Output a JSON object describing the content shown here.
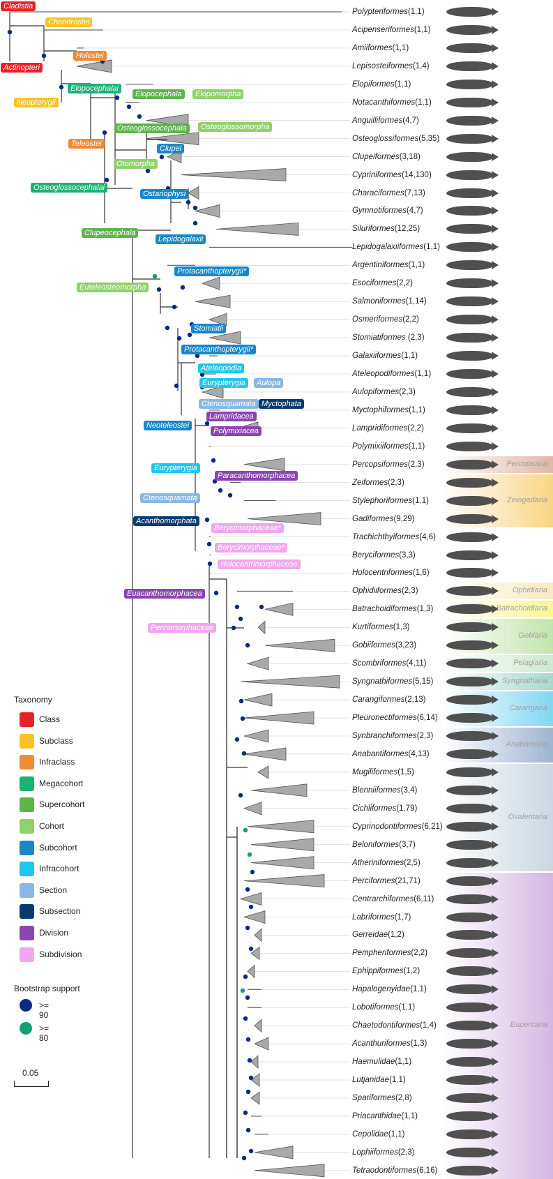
{
  "legend": {
    "title": "Taxonomy",
    "items": [
      {
        "label": "Class",
        "color": "#e8222a"
      },
      {
        "label": "Subclass",
        "color": "#f7c320"
      },
      {
        "label": "Infraclass",
        "color": "#f08a35"
      },
      {
        "label": "Megacohort",
        "color": "#1bb273"
      },
      {
        "label": "Supercohort",
        "color": "#5cb54b"
      },
      {
        "label": "Cohort",
        "color": "#8fd16b"
      },
      {
        "label": "Subcohort",
        "color": "#1a86c8"
      },
      {
        "label": "Infracohort",
        "color": "#1fc7ef"
      },
      {
        "label": "Section",
        "color": "#8ab8e4"
      },
      {
        "label": "Subsection",
        "color": "#0b3b6e"
      },
      {
        "label": "Division",
        "color": "#8b45b0"
      },
      {
        "label": "Subdivision",
        "color": "#f1a6f0"
      }
    ]
  },
  "bootstrap": {
    "title": "Bootstrap support",
    "items": [
      {
        "label": ">= 90",
        "color": "#0b2a80"
      },
      {
        "label": ">= 80",
        "color": "#169c74"
      }
    ]
  },
  "scale_label": "0.05",
  "leaves": [
    {
      "name": "Polypteriformes",
      "count": "(1,1)"
    },
    {
      "name": "Acipenseriformes",
      "count": "(1,1)"
    },
    {
      "name": "Amiiformes",
      "count": "(1,1)"
    },
    {
      "name": "Lepisosteiformes",
      "count": "(1,4)"
    },
    {
      "name": "Elopiformes",
      "count": "(1,1)"
    },
    {
      "name": "Notacanthiformes",
      "count": "(1,1)"
    },
    {
      "name": "Anguilliformes",
      "count": "(4,7)"
    },
    {
      "name": "Osteoglossiformes",
      "count": "(5,35)"
    },
    {
      "name": "Clupeiformes",
      "count": "(3,18)"
    },
    {
      "name": "Cypriniformes",
      "count": "(14,130)"
    },
    {
      "name": "Characiformes",
      "count": "(7,13)"
    },
    {
      "name": "Gymnotiformes",
      "count": "(4,7)"
    },
    {
      "name": "Siluriformes",
      "count": "(12,25)"
    },
    {
      "name": "Lepidogalaxiiformes",
      "count": "(1,1)"
    },
    {
      "name": "Argentiniformes",
      "count": "(1,1)"
    },
    {
      "name": "Esociformes",
      "count": "(2,2)"
    },
    {
      "name": "Salmoniformes",
      "count": "(1,14)"
    },
    {
      "name": "Osmeriformes",
      "count": "(2,2)"
    },
    {
      "name": "Stomiatiformes ",
      "count": "(2,3)"
    },
    {
      "name": "Galaxiiformes",
      "count": "(1,1)"
    },
    {
      "name": "Ateleopodiformes",
      "count": "(1,1)"
    },
    {
      "name": "Aulopiformes",
      "count": "(2,3)"
    },
    {
      "name": "Myctophiformes",
      "count": "(1,1)"
    },
    {
      "name": "Lampridiformes",
      "count": "(2,2)"
    },
    {
      "name": "Polymixiiformes",
      "count": "(1,1)"
    },
    {
      "name": "Percopsiformes",
      "count": "(2,3)"
    },
    {
      "name": "Zeiformes",
      "count": "(2,3)"
    },
    {
      "name": "Stylephoriformes",
      "count": "(1,1)"
    },
    {
      "name": "Gadiformes",
      "count": "(9,29)"
    },
    {
      "name": "Trachichthyiformes",
      "count": "(4,6)"
    },
    {
      "name": "Beryciformes",
      "count": "(3,3)"
    },
    {
      "name": "Holocentriformes",
      "count": "(1,6)"
    },
    {
      "name": "Ophidiiformes",
      "count": "(2,3)"
    },
    {
      "name": "Batrachoidiformes",
      "count": "(1,3)"
    },
    {
      "name": "Kurtiformes",
      "count": "(1,3)"
    },
    {
      "name": "Gobiiformes",
      "count": "(3,23)"
    },
    {
      "name": "Scombriformes",
      "count": "(4,11)"
    },
    {
      "name": "Syngnathiformes",
      "count": "(5,15)"
    },
    {
      "name": "Carangiformes",
      "count": "(2,13)"
    },
    {
      "name": "Pleuronectiformes",
      "count": "(6,14)"
    },
    {
      "name": "Synbranchiformes",
      "count": "(2,3)"
    },
    {
      "name": "Anabantiformes",
      "count": "(4,13)"
    },
    {
      "name": "Mugiliformes",
      "count": "(1,5)"
    },
    {
      "name": "Blenniiformes",
      "count": "(3,4)"
    },
    {
      "name": "Cichliformes",
      "count": "(1,79)"
    },
    {
      "name": "Cyprinodontiformes",
      "count": "(6,21)"
    },
    {
      "name": "Beloniformes",
      "count": "(3,7)"
    },
    {
      "name": "Atheriniformes",
      "count": "(2,5)"
    },
    {
      "name": "Perciformes",
      "count": "(21,71)"
    },
    {
      "name": "Centrarchiformes",
      "count": "(6,11)"
    },
    {
      "name": "Labriformes",
      "count": "(1,7)"
    },
    {
      "name": "Gerreidae",
      "count": "(1,2)"
    },
    {
      "name": "Pempheriformes",
      "count": "(2,2)"
    },
    {
      "name": "Ephippiformes",
      "count": "(1,2)"
    },
    {
      "name": "Hapalogenyidae",
      "count": "(1,1)"
    },
    {
      "name": "Lobotiformes",
      "count": "(1,1)"
    },
    {
      "name": "Chaetodontiformes",
      "count": "(1,4)"
    },
    {
      "name": "Acanthuriformes",
      "count": "(1,3)"
    },
    {
      "name": "Haemulidae",
      "count": "(1,1)"
    },
    {
      "name": "Lutjanidae",
      "count": "(1,1)"
    },
    {
      "name": "Spariformes",
      "count": "(2,8)"
    },
    {
      "name": "Priacanthidae",
      "count": "(1,1)"
    },
    {
      "name": "Cepolidae",
      "count": "(1,1)"
    },
    {
      "name": "Lophiiformes",
      "count": "(2,3)"
    },
    {
      "name": "Tetraodontiformes",
      "count": "(6,16)"
    }
  ],
  "series_bands": [
    {
      "label": "Percopsaria",
      "color": "#c77b60"
    },
    {
      "label": "Zeiogadaria",
      "color": "#f6b21e"
    },
    {
      "label": "Ophidiaria",
      "color": "#f3d98a"
    },
    {
      "label": "Batrachoidiaria",
      "color": "#f6ee3a"
    },
    {
      "label": "Gobiaria",
      "color": "#8fcf6a"
    },
    {
      "label": "Pelagiaria",
      "color": "#a5d6a7"
    },
    {
      "label": "Syngnatharia",
      "color": "#5fb8a6"
    },
    {
      "label": "Carangaria",
      "color": "#1cb4e6"
    },
    {
      "label": "Anabantaria",
      "color": "#4e79a8"
    },
    {
      "label": "Ovalentaria",
      "color": "#9fb7c9"
    },
    {
      "label": "Eupercaria",
      "color": "#b07ccb"
    }
  ],
  "taxa": [
    {
      "text": "Cladistia",
      "color": "#e8222a",
      "fg": "#ffffff"
    },
    {
      "text": "Chondrostei",
      "color": "#f7c320",
      "fg": "#ffffff"
    },
    {
      "text": "Actinopteri",
      "color": "#e8222a",
      "fg": "#ffffff"
    },
    {
      "text": "Holostei",
      "color": "#f08a35",
      "fg": "#ffffff"
    },
    {
      "text": "Neopterygii",
      "color": "#f7c320",
      "fg": "#ffffff"
    },
    {
      "text": "Elopocephalai",
      "color": "#1bb273",
      "fg": "#ffffff"
    },
    {
      "text": "Elopocephala",
      "color": "#5cb54b",
      "fg": "#ffffff"
    },
    {
      "text": "Elopomorpha",
      "color": "#8fd16b",
      "fg": "#ffffff"
    },
    {
      "text": "Osteoglossocephala",
      "color": "#5cb54b",
      "fg": "#ffffff"
    },
    {
      "text": "Osteoglossomorpha",
      "color": "#8fd16b",
      "fg": "#ffffff"
    },
    {
      "text": "Teleostei",
      "color": "#f08a35",
      "fg": "#ffffff"
    },
    {
      "text": "Clupei",
      "color": "#1a86c8",
      "fg": "#ffffff"
    },
    {
      "text": "Otomorpha",
      "color": "#8fd16b",
      "fg": "#ffffff"
    },
    {
      "text": "Ostariophysi",
      "color": "#1a86c8",
      "fg": "#ffffff"
    },
    {
      "text": "Osteoglossocephalai",
      "color": "#1bb273",
      "fg": "#ffffff"
    },
    {
      "text": "Clupeocephala",
      "color": "#5cb54b",
      "fg": "#ffffff"
    },
    {
      "text": "Lepidogalaxii",
      "color": "#1a86c8",
      "fg": "#ffffff"
    },
    {
      "text": "Protacanthopterygii*",
      "color": "#1a86c8",
      "fg": "#ffffff"
    },
    {
      "text": "Euteleosteomorpha",
      "color": "#8fd16b",
      "fg": "#ffffff"
    },
    {
      "text": "Stomiatii",
      "color": "#1a86c8",
      "fg": "#ffffff"
    },
    {
      "text": "Protacanthopterygii*",
      "color": "#1a86c8",
      "fg": "#ffffff"
    },
    {
      "text": "Ateleopodia",
      "color": "#1fc7ef",
      "fg": "#ffffff"
    },
    {
      "text": "Eurypterygia",
      "color": "#1fc7ef",
      "fg": "#ffffff"
    },
    {
      "text": "Aulopa",
      "color": "#8ab8e4",
      "fg": "#ffffff"
    },
    {
      "text": "Ctenosquamata",
      "color": "#8ab8e4",
      "fg": "#ffffff"
    },
    {
      "text": "Myctophata",
      "color": "#0b3b6e",
      "fg": "#ffffff"
    },
    {
      "text": "Lampridacea",
      "color": "#8b45b0",
      "fg": "#ffffff"
    },
    {
      "text": "Neoteleostei",
      "color": "#1a86c8",
      "fg": "#ffffff"
    },
    {
      "text": "Polymixiacea",
      "color": "#8b45b0",
      "fg": "#ffffff"
    },
    {
      "text": "Eurypterygia",
      "color": "#1fc7ef",
      "fg": "#ffffff"
    },
    {
      "text": "Paracanthomorphacea",
      "color": "#8b45b0",
      "fg": "#ffffff"
    },
    {
      "text": "Ctenosquamata",
      "color": "#8ab8e4",
      "fg": "#ffffff"
    },
    {
      "text": "Acanthomorphata",
      "color": "#0b3b6e",
      "fg": "#ffffff"
    },
    {
      "text": "Berycimorphaceae*",
      "color": "#f1a6f0",
      "fg": "#ffffff"
    },
    {
      "text": "Berycimorphaceae*",
      "color": "#f1a6f0",
      "fg": "#ffffff"
    },
    {
      "text": "Holocentrimorphaceae",
      "color": "#f1a6f0",
      "fg": "#ffffff"
    },
    {
      "text": "Euacanthomorphacea",
      "color": "#8b45b0",
      "fg": "#ffffff"
    },
    {
      "text": "Percomorphaceae",
      "color": "#f1a6f0",
      "fg": "#ffffff"
    }
  ]
}
